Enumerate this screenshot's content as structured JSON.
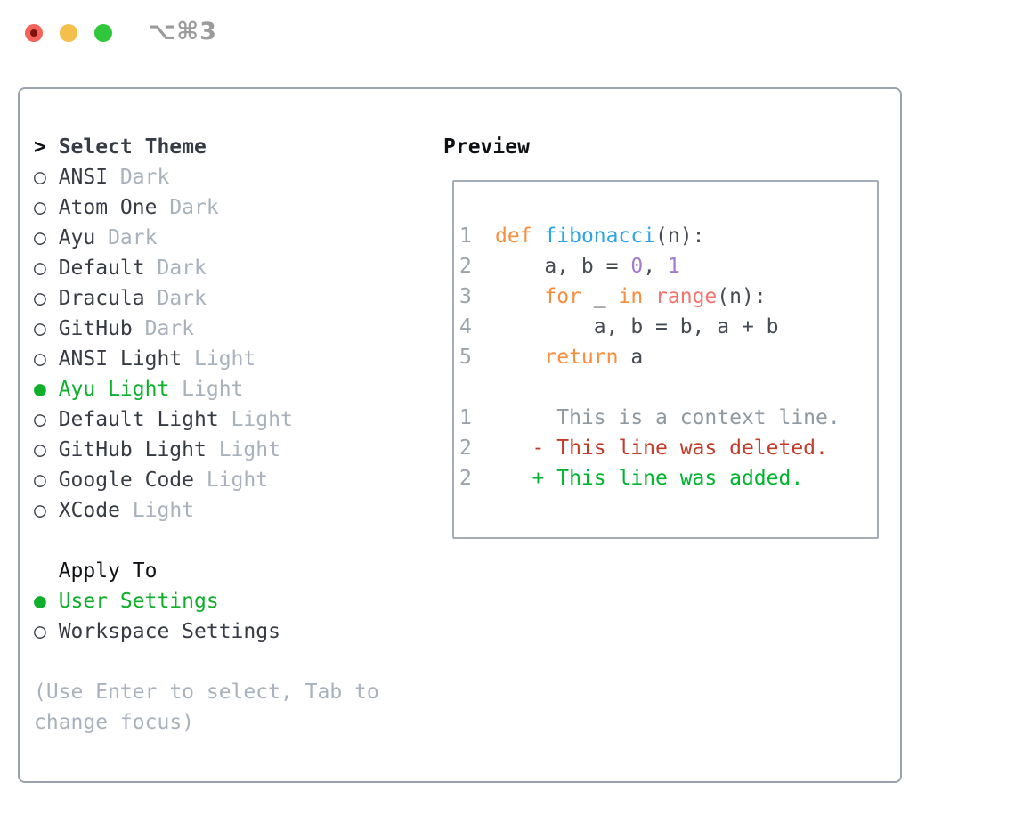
{
  "titlebar": {
    "shortcut": "⌥⌘3",
    "lights": [
      {
        "name": "close-button",
        "color": "#f4635a",
        "has_dot": true
      },
      {
        "name": "minimize-button",
        "color": "#f5bf4c",
        "has_dot": false
      },
      {
        "name": "zoom-button",
        "color": "#30c73c",
        "has_dot": false
      }
    ]
  },
  "theme_panel": {
    "header": {
      "marker": ">",
      "label": "Select Theme"
    },
    "markers": {
      "selected": "●",
      "unselected": "○"
    },
    "themes": [
      {
        "name": "ANSI",
        "variant": "Dark",
        "selected": false
      },
      {
        "name": "Atom One",
        "variant": "Dark",
        "selected": false
      },
      {
        "name": "Ayu",
        "variant": "Dark",
        "selected": false
      },
      {
        "name": "Default",
        "variant": "Dark",
        "selected": false
      },
      {
        "name": "Dracula",
        "variant": "Dark",
        "selected": false
      },
      {
        "name": "GitHub",
        "variant": "Dark",
        "selected": false
      },
      {
        "name": "ANSI Light",
        "variant": "Light",
        "selected": false
      },
      {
        "name": "Ayu Light",
        "variant": "Light",
        "selected": true
      },
      {
        "name": "Default Light",
        "variant": "Light",
        "selected": false
      },
      {
        "name": "GitHub Light",
        "variant": "Light",
        "selected": false
      },
      {
        "name": "Google Code",
        "variant": "Light",
        "selected": false
      },
      {
        "name": "XCode",
        "variant": "Light",
        "selected": false
      }
    ],
    "apply_to": {
      "label": "Apply To",
      "options": [
        {
          "name": "User Settings",
          "selected": true
        },
        {
          "name": "Workspace Settings",
          "selected": false
        }
      ]
    },
    "help_lines": [
      "(Use Enter to select, Tab to",
      "change focus)"
    ]
  },
  "preview": {
    "title": "Preview",
    "code_lines": [
      {
        "num": "1",
        "segs": [
          {
            "t": "def",
            "c": "kw"
          },
          {
            "t": " ",
            "c": "pl"
          },
          {
            "t": "fibonacci",
            "c": "fn"
          },
          {
            "t": "(n):",
            "c": "pl"
          }
        ]
      },
      {
        "num": "2",
        "segs": [
          {
            "t": "    a, b = ",
            "c": "pl"
          },
          {
            "t": "0",
            "c": "num"
          },
          {
            "t": ", ",
            "c": "pl"
          },
          {
            "t": "1",
            "c": "num"
          }
        ]
      },
      {
        "num": "3",
        "segs": [
          {
            "t": "    ",
            "c": "pl"
          },
          {
            "t": "for",
            "c": "kw"
          },
          {
            "t": " _ ",
            "c": "pl"
          },
          {
            "t": "in",
            "c": "kw"
          },
          {
            "t": " ",
            "c": "pl"
          },
          {
            "t": "range",
            "c": "call"
          },
          {
            "t": "(n):",
            "c": "pl"
          }
        ]
      },
      {
        "num": "4",
        "segs": [
          {
            "t": "        a, b = b, a + b",
            "c": "pl"
          }
        ]
      },
      {
        "num": "5",
        "segs": [
          {
            "t": "    ",
            "c": "pl"
          },
          {
            "t": "return",
            "c": "kw"
          },
          {
            "t": " a",
            "c": "pl"
          }
        ]
      },
      {
        "num": "",
        "segs": []
      },
      {
        "num": "1",
        "segs": [
          {
            "t": "     This is a context line.",
            "c": "ctx"
          }
        ]
      },
      {
        "num": "2",
        "segs": [
          {
            "t": "   - This line was deleted.",
            "c": "del"
          }
        ]
      },
      {
        "num": "2",
        "segs": [
          {
            "t": "   + This line was added.",
            "c": "add"
          }
        ]
      }
    ]
  },
  "colors": {
    "selected_green": "#0fae2b",
    "diff_added_green": "#00b52f",
    "diff_deleted_red": "#c43a28",
    "diff_context_gray": "#8f99a1",
    "keyword_orange": "#fa8d3e",
    "function_blue": "#2da3e8",
    "call_salmon": "#f2736f",
    "number_purple": "#a37acc",
    "plain_code": "#474c54",
    "line_number_gray": "#9aa3ac",
    "muted_gray": "#a8b1bc",
    "text_dark": "#363b44",
    "header_black": "#0e1114",
    "panel_border": "#9aa3ad",
    "traffic_red": "#f4635a",
    "traffic_yellow": "#f5bf4c",
    "traffic_green": "#30c73c"
  }
}
